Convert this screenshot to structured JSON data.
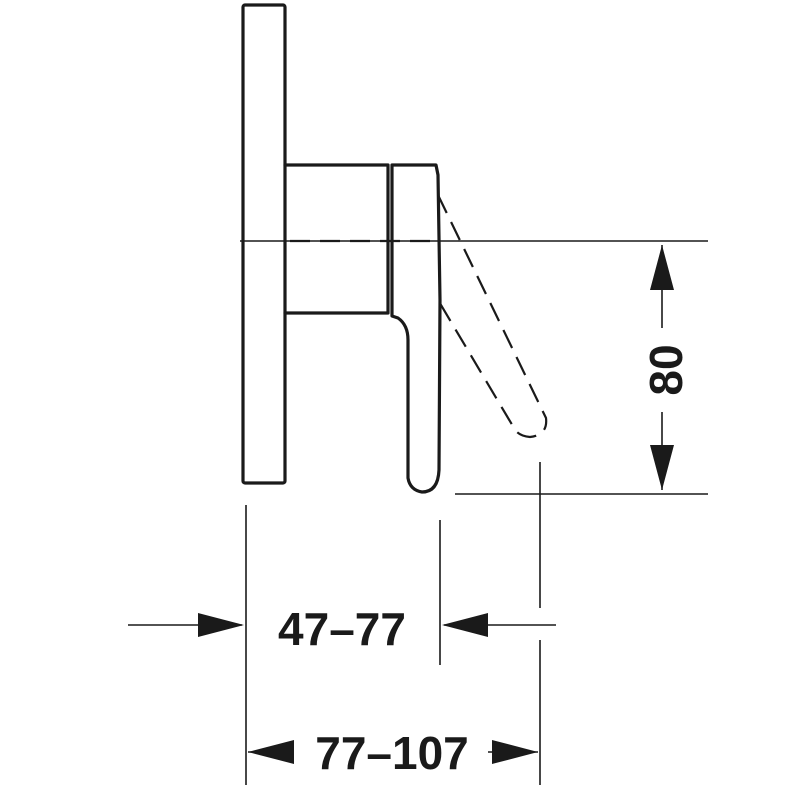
{
  "dimensions": {
    "height_label": "80",
    "depth_label": "47–77",
    "total_label": "77–107"
  }
}
